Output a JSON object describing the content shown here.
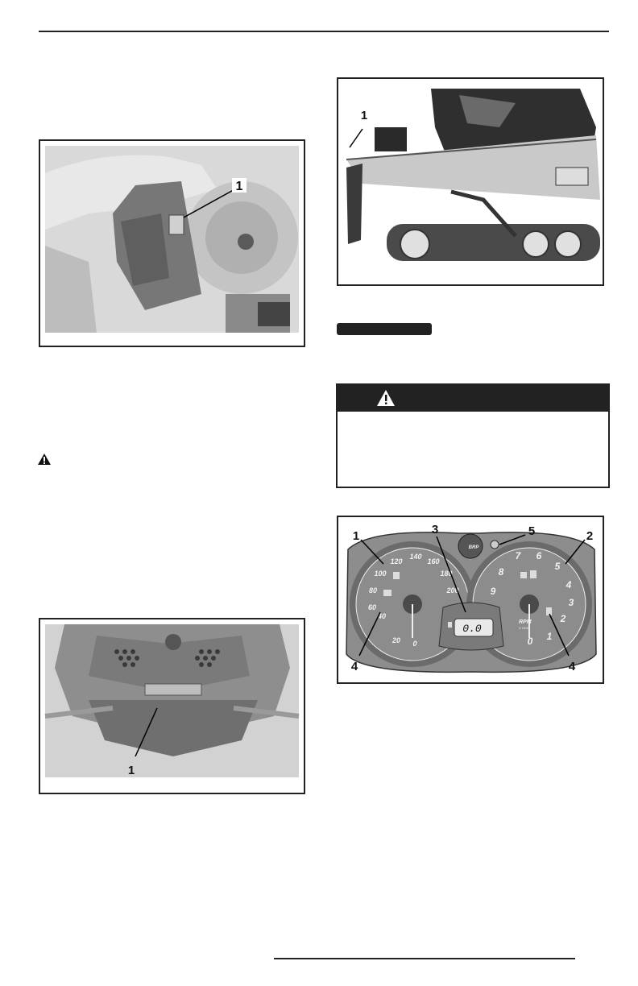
{
  "figures": {
    "fig_air_intake": {
      "callouts": [
        "1"
      ]
    },
    "fig_rear_flap": {
      "callouts": [
        "1"
      ]
    },
    "fig_front_grille": {
      "callouts": [
        "1"
      ]
    },
    "fig_gauge_cluster": {
      "callouts": [
        "1",
        "2",
        "3",
        "4",
        "4",
        "5"
      ],
      "speedometer_ticks": [
        "0",
        "20",
        "40",
        "60",
        "80",
        "100",
        "120",
        "140",
        "160",
        "180",
        "200"
      ],
      "tachometer_ticks": [
        "0",
        "1",
        "2",
        "3",
        "4",
        "5",
        "6",
        "7",
        "8",
        "9"
      ],
      "tachometer_label": "RPM",
      "tachometer_sublabel": "X 1000",
      "display_value": "0.0",
      "logo_text": "BRP"
    }
  },
  "colors": {
    "rule": "#222222",
    "warning_header": "#222222",
    "photo_gray": "#b8b8b8"
  }
}
